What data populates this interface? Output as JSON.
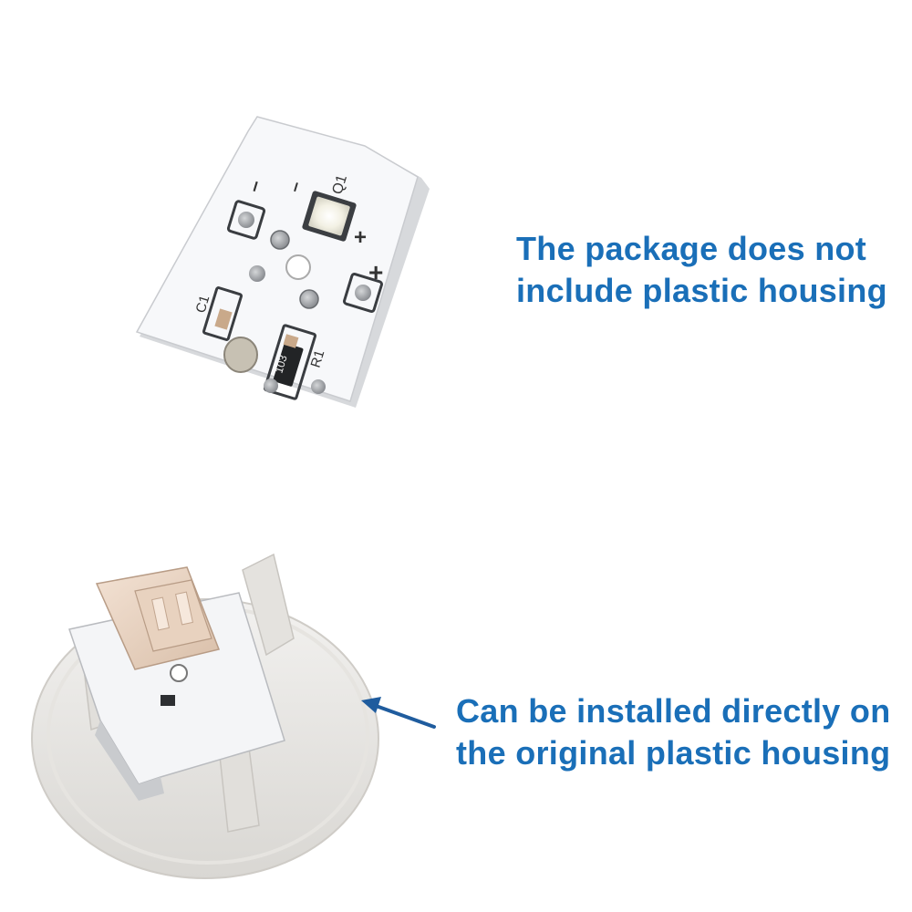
{
  "captions": {
    "top_line1": "The package does not",
    "top_line2": "include plastic housing",
    "bottom_line1": "Can be installed directly on",
    "bottom_line2": "the original plastic housing"
  },
  "board_markings": {
    "minus_left": "–",
    "minus_led": "–",
    "q1": "Q1",
    "plus_led": "+",
    "plus_right": "+",
    "c1": "C1",
    "r1": "R1",
    "resistor_code": "103"
  },
  "colors": {
    "caption_text": "#1a6fb8",
    "arrow": "#1f5c9e",
    "board": "#f7f8fa"
  }
}
